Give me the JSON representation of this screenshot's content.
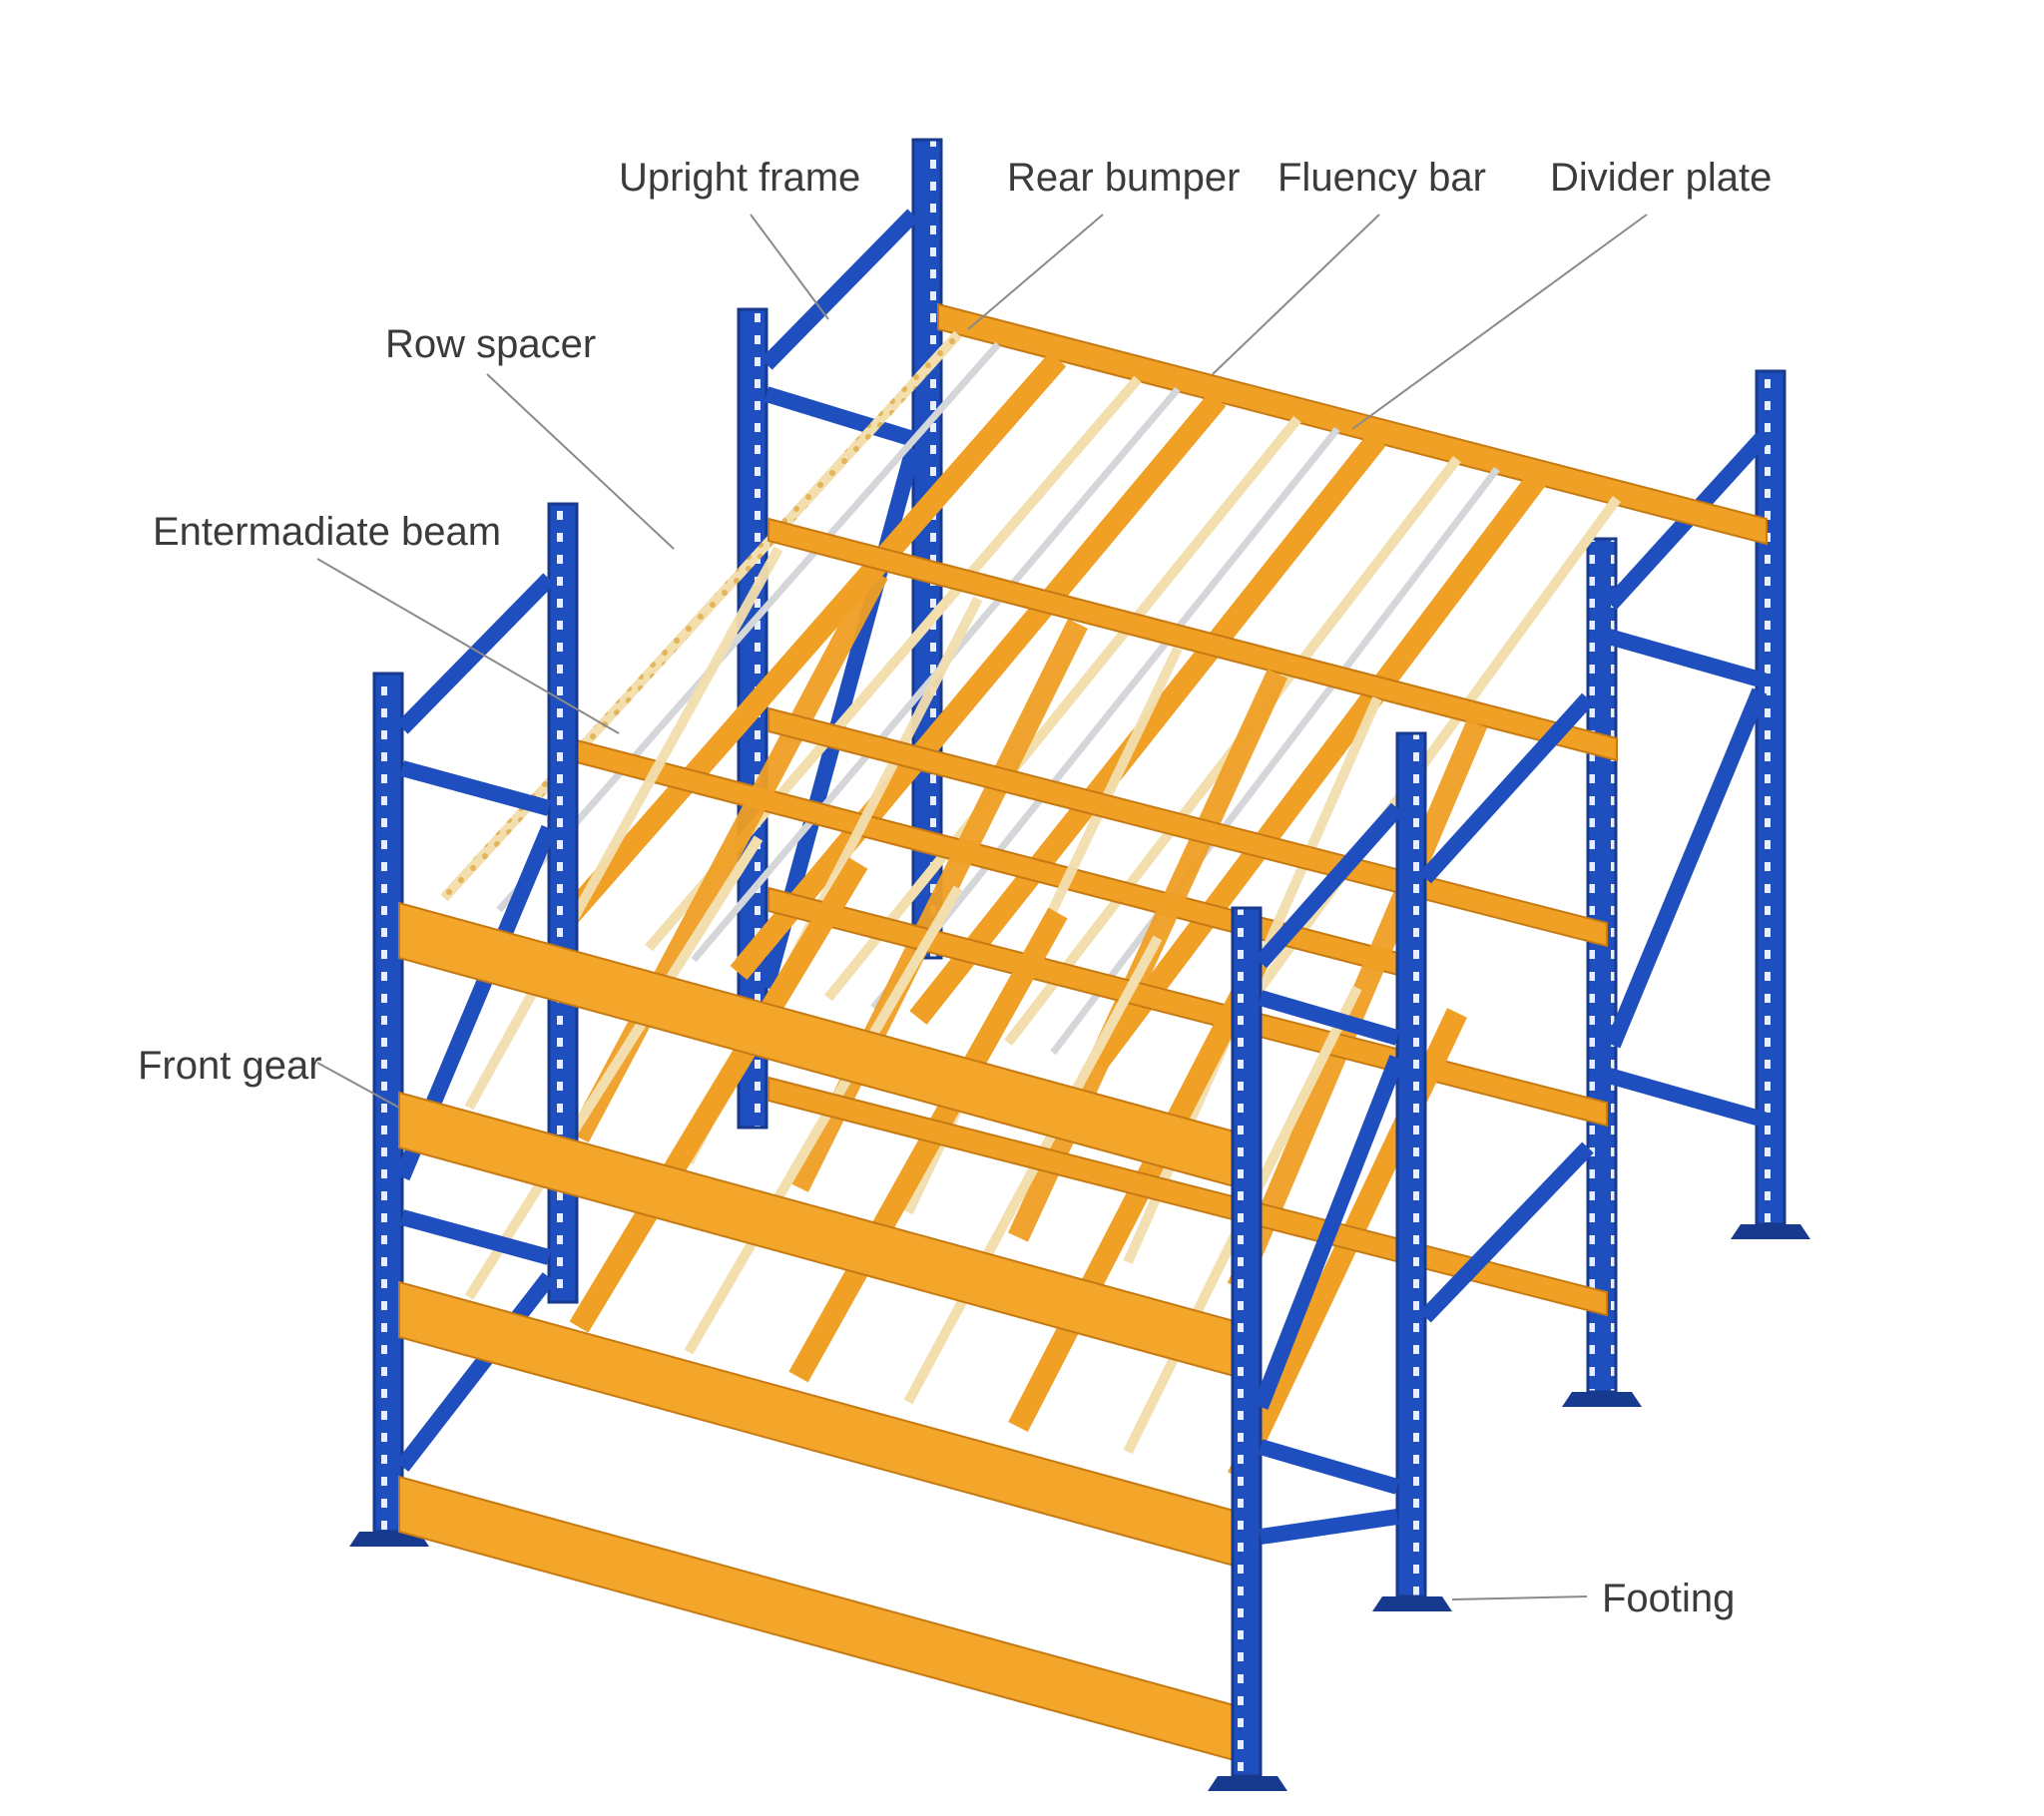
{
  "labels": {
    "upright_frame": "Upright frame",
    "rear_bumper": "Rear bumper",
    "fluency_bar": "Fluency bar",
    "divider_plate": "Divider plate",
    "row_spacer": "Row spacer",
    "intermediate_beam": "Entermadiate beam",
    "front_gear": "Front gear",
    "footing": "Footing"
  },
  "colors": {
    "upright_blue": "#1f4fbf",
    "upright_blue_dark": "#173a8f",
    "beam_orange": "#f0a024",
    "beam_orange_dark": "#c67a14",
    "roller_light": "#f3dfae",
    "divider_grey": "#d4d6da",
    "leader_line": "#8a8a8a",
    "label_text": "#3b3b3b"
  }
}
